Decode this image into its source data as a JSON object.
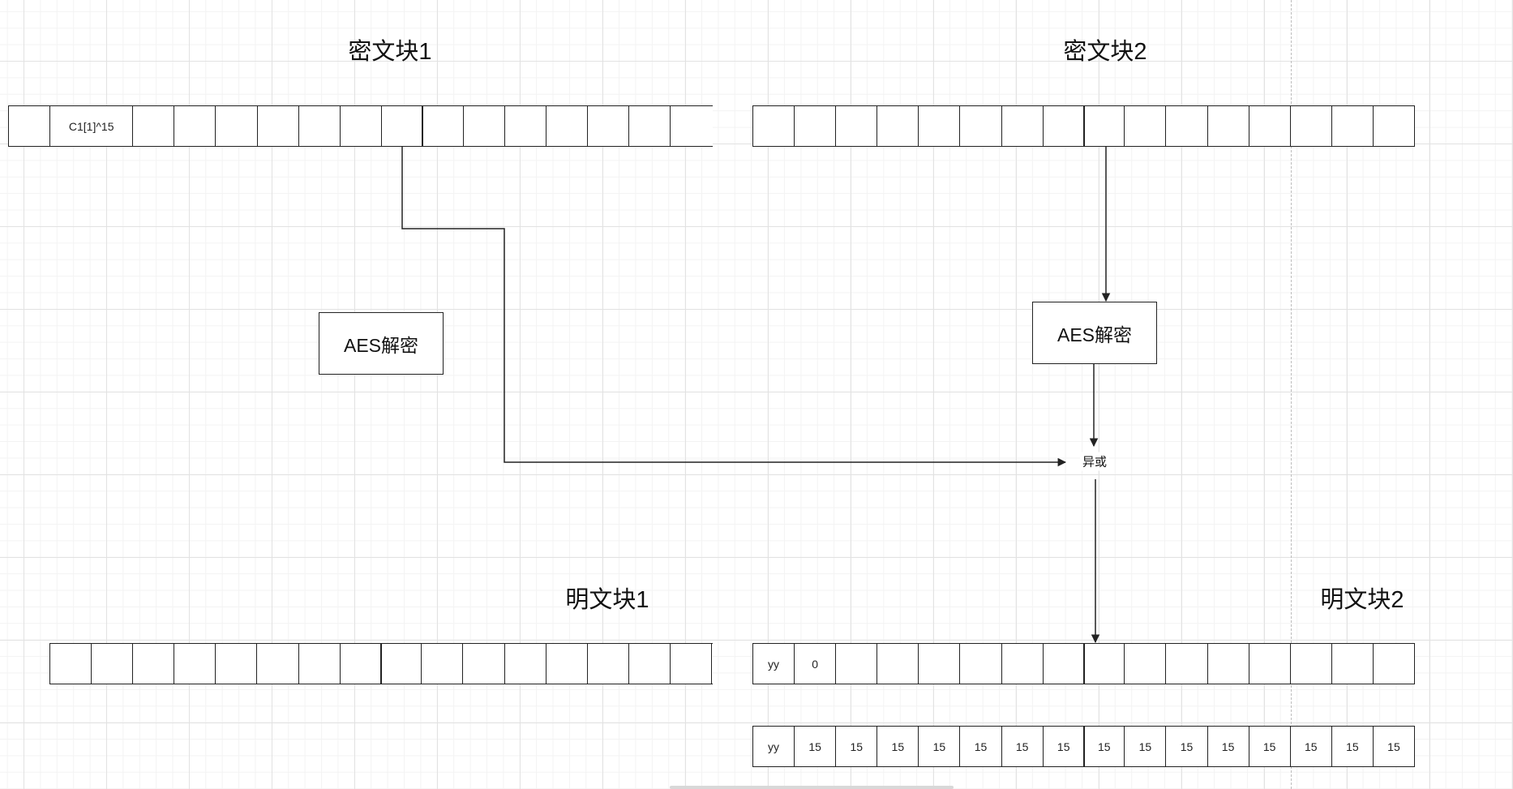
{
  "titles": {
    "cipher_block_1": "密文块1",
    "cipher_block_2": "密文块2",
    "plain_block_1": "明文块1",
    "plain_block_2": "明文块2"
  },
  "aes_box_1": "AES解密",
  "aes_box_2": "AES解密",
  "xor_label": "异或",
  "rows": {
    "cipher1": [
      "",
      "C1[1]^15",
      "",
      "",
      "",
      "",
      "",
      "",
      "",
      "",
      "",
      "",
      "",
      "",
      "",
      ""
    ],
    "cipher2": [
      "",
      "",
      "",
      "",
      "",
      "",
      "",
      "",
      "",
      "",
      "",
      "",
      "",
      "",
      "",
      ""
    ],
    "plain1": [
      "",
      "",
      "",
      "",
      "",
      "",
      "",
      "",
      "",
      "",
      "",
      "",
      "",
      "",
      "",
      ""
    ],
    "plain2": [
      "yy",
      "0",
      "",
      "",
      "",
      "",
      "",
      "",
      "",
      "",
      "",
      "",
      "",
      "",
      "",
      ""
    ],
    "pad": [
      "yy",
      "15",
      "15",
      "15",
      "15",
      "15",
      "15",
      "15",
      "15",
      "15",
      "15",
      "15",
      "15",
      "15",
      "15",
      "15"
    ]
  },
  "colors": {
    "line": "#222222",
    "grid_major": "#e2e2e2",
    "grid_minor": "#f3f3f3"
  }
}
